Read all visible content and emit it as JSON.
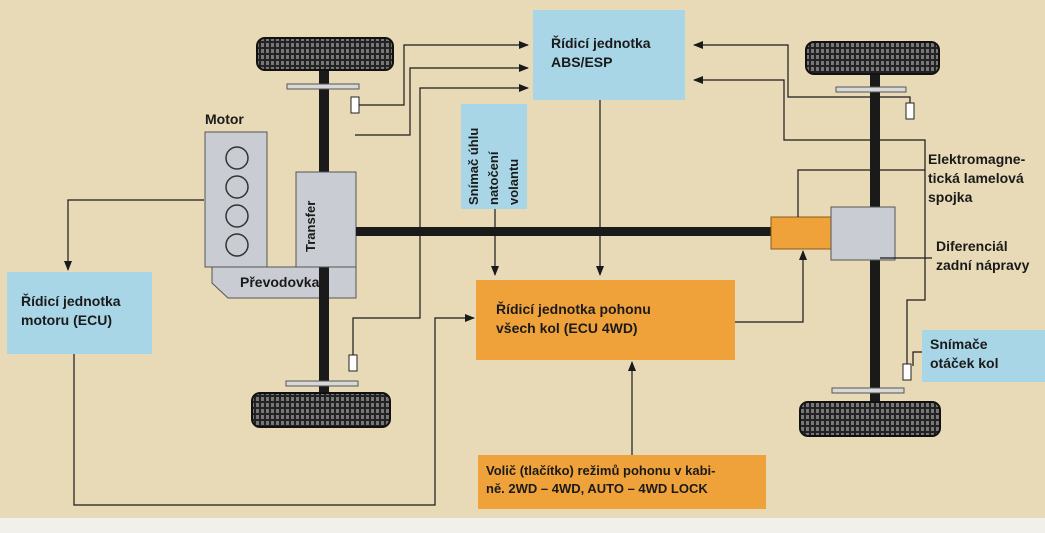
{
  "labels": {
    "abs_esp_line1": "Řídicí jednotka",
    "abs_esp_line2": "ABS/ESP",
    "motor": "Motor",
    "transfer": "Transfer",
    "prevodovka": "Převodovka",
    "ecu_motor_line1": "Řídicí jednotka",
    "ecu_motor_line2": "motoru (ECU)",
    "steer_line1": "Snímač úhlu",
    "steer_line2": "natočení",
    "steer_line3": "volantu",
    "ecu4wd_line1": "Řídicí jednotka pohonu",
    "ecu4wd_line2": "všech kol (ECU 4WD)",
    "clutch_line1": "Elektromagne-",
    "clutch_line2": "tická lamelová",
    "clutch_line3": "spojka",
    "diff_line1": "Diferenciál",
    "diff_line2": "zadní nápravy",
    "wheelsensor_line1": "Snímače",
    "wheelsensor_line2": "otáček kol",
    "selector_line1": "Volič (tlačítko) režimů pohonu v kabi-",
    "selector_line2": "ně. 2WD – 4WD, AUTO – 4WD LOCK"
  },
  "colors": {
    "background": "#e8dab6",
    "blue_box": "#a9d6e6",
    "orange_box": "#f0a23a",
    "engine_block": "#c9ccd3",
    "line": "#1a1a1a"
  }
}
